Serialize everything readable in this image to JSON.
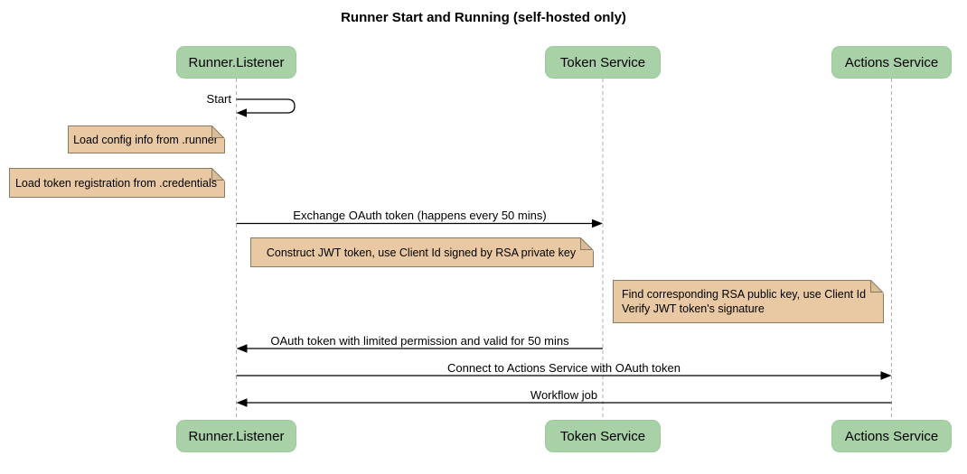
{
  "diagram": {
    "title": "Runner Start and Running (self-hosted only)",
    "type": "sequence-diagram"
  },
  "participants": [
    {
      "name": "Runner.Listener"
    },
    {
      "name": "Token Service"
    },
    {
      "name": "Actions Service"
    }
  ],
  "messages": [
    {
      "label": "Start",
      "from": "Runner.Listener",
      "to": "Runner.Listener",
      "style": "self"
    },
    {
      "label": "Exchange OAuth token (happens every 50 mins)",
      "from": "Runner.Listener",
      "to": "Token Service",
      "style": "solid-arrow"
    },
    {
      "label": "OAuth token with limited permission and valid for 50 mins",
      "from": "Token Service",
      "to": "Runner.Listener",
      "style": "solid-arrow"
    },
    {
      "label": "Connect to Actions Service with OAuth token",
      "from": "Runner.Listener",
      "to": "Actions Service",
      "style": "solid-arrow"
    },
    {
      "label": "Workflow job",
      "from": "Actions Service",
      "to": "Runner.Listener",
      "style": "solid-arrow"
    }
  ],
  "notes": [
    {
      "text": "Load config info from .runner",
      "anchor": "Runner.Listener"
    },
    {
      "text": "Load token registration from .credentials",
      "anchor": "Runner.Listener"
    },
    {
      "text": "Construct JWT token, use Client Id signed by RSA private key",
      "anchor": "Token Service"
    },
    {
      "text": "Find corresponding RSA public key, use Client Id\nVerify JWT token's signature",
      "anchor": "Actions Service"
    }
  ],
  "colors": {
    "background": "#ffffff",
    "participant_fill": "#a8d1a8",
    "participant_border": "#9cc99c",
    "note_fill": "#e9c9a3",
    "note_border": "#8a7a62",
    "note_fold": "#d9bd97",
    "lifeline": "#b0b0b0",
    "arrow": "#000000",
    "text": "#000000"
  }
}
